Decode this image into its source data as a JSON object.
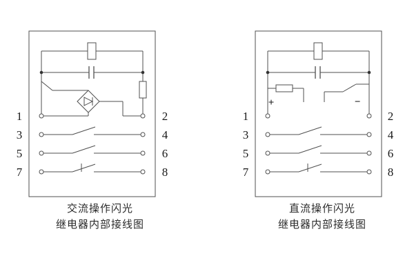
{
  "diagrams": {
    "ac": {
      "terminals_left": [
        "1",
        "3",
        "5",
        "7"
      ],
      "terminals_right": [
        "2",
        "4",
        "6",
        "8"
      ],
      "caption_line1": "交流操作闪光",
      "caption_line2": "继电器内部接线图"
    },
    "dc": {
      "terminals_left": [
        "1",
        "3",
        "5",
        "7"
      ],
      "terminals_right": [
        "2",
        "4",
        "6",
        "8"
      ],
      "plus": "+",
      "minus": "−",
      "caption_line1": "直流操作闪光",
      "caption_line2": "继电器内部接线图"
    }
  }
}
